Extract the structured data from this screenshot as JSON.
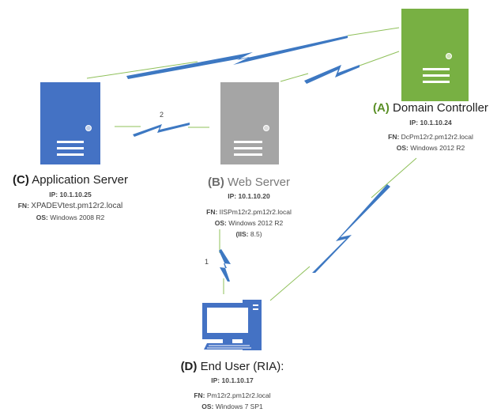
{
  "colors": {
    "domain_controller": "#78b043",
    "application_server": "#4472c4",
    "web_server": "#a5a5a5",
    "end_user": "#4472c4",
    "link_line": "#8fc05a",
    "link_bolt": "#3d78c2"
  },
  "nodes": {
    "domain_controller": {
      "icon": "server-tower-icon",
      "letter": "(A)",
      "name": "Domain Controller",
      "ip_label": "IP:",
      "ip": "10.1.10.24",
      "fn_label": "FN:",
      "fn": "DcPm12r2.pm12r2.local",
      "os_label": "OS:",
      "os": "Windows 2012 R2"
    },
    "application_server": {
      "icon": "server-tower-icon",
      "letter": "(C)",
      "name": "Application Server",
      "ip_label": "IP:",
      "ip": "10.1.10.25",
      "fn_label": "FN:",
      "fn": "XPADEVtest.pm12r2.local",
      "os_label": "OS:",
      "os": "Windows 2008 R2"
    },
    "web_server": {
      "icon": "server-tower-icon",
      "letter": "(B)",
      "name": "Web Server",
      "ip_label": "IP:",
      "ip": "10.1.10.20",
      "fn_label": "FN:",
      "fn": "IISPm12r2.pm12r2.local",
      "os_label": "OS:",
      "os": "Windows 2012 R2",
      "iis_label": "(IIS:",
      "iis": "8.5)"
    },
    "end_user": {
      "icon": "desktop-computer-icon",
      "letter": "(D)",
      "name": "End User (RIA):",
      "ip_label": "IP:",
      "ip": "10.1.10.17",
      "fn_label": "FN:",
      "fn": "Pm12r2.pm12r2.local",
      "os_label": "OS:",
      "os": "Windows 7 SP1"
    }
  },
  "links": {
    "app_to_web_label": "2",
    "web_to_enduser_label": "1"
  }
}
